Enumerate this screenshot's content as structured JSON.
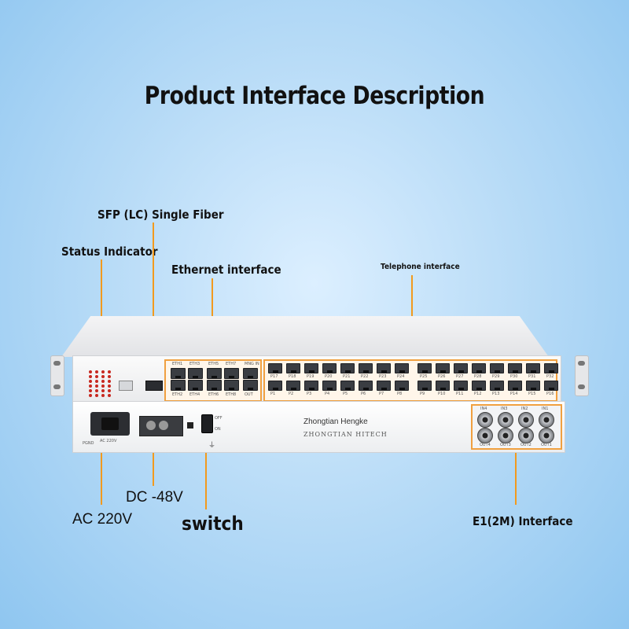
{
  "title": "Product Interface Description",
  "labels": {
    "sfp": "SFP (LC) Single Fiber",
    "status": "Status Indicator",
    "ethernet": "Ethernet interface",
    "telephone": "Telephone interface",
    "dc": "DC -48V",
    "ac": "AC 220V",
    "switch": "switch",
    "e1": "E1(2M) Interface"
  },
  "device": {
    "brand": "Zhongtian Hengke",
    "brand_en": "ZHONGTIAN HITECH",
    "eth_ports_top": [
      "ETH1",
      "ETH3",
      "ETH5",
      "ETH7",
      "MNG IN"
    ],
    "eth_ports_bottom": [
      "ETH2",
      "ETH4",
      "ETH6",
      "ETH8",
      "OUT"
    ],
    "phone_top": [
      "P17",
      "P18",
      "P19",
      "P20",
      "P21",
      "P22",
      "P23",
      "P24",
      "P25",
      "P26",
      "P27",
      "P28",
      "P29",
      "P30",
      "P31",
      "P32"
    ],
    "phone_bottom": [
      "P1",
      "P2",
      "P3",
      "P4",
      "P5",
      "P6",
      "P7",
      "P8",
      "P9",
      "P10",
      "P11",
      "P12",
      "P13",
      "P14",
      "P15",
      "P16"
    ],
    "e1_top": [
      "IN4",
      "IN3",
      "IN2",
      "IN1"
    ],
    "e1_bottom": [
      "OUT4",
      "OUT3",
      "OUT2",
      "OUT1"
    ],
    "power_label": "AC 220V",
    "switch_on": "ON",
    "switch_off": "OFF",
    "ground": "PGND"
  },
  "colors": {
    "callout": "#f29a1e",
    "background": "#b9dcf7"
  }
}
